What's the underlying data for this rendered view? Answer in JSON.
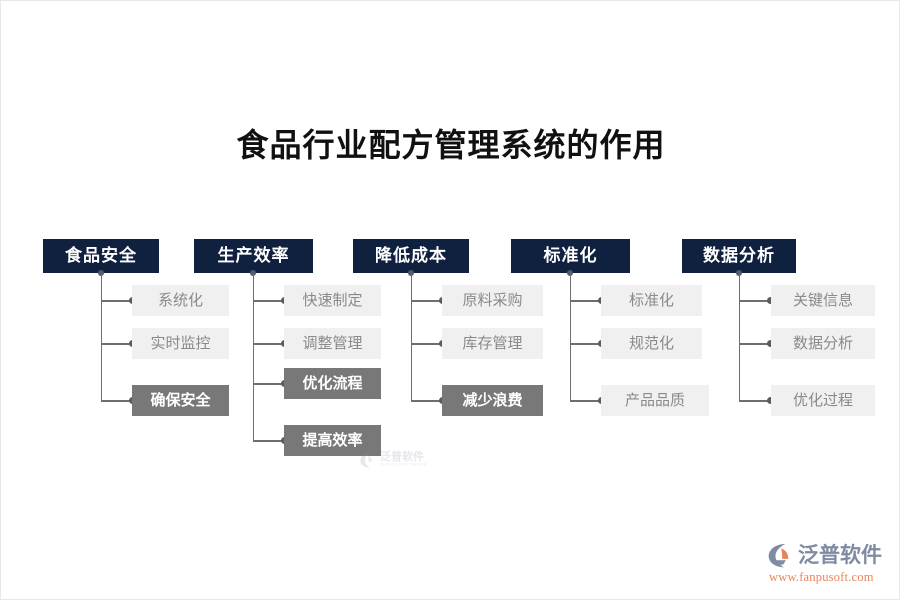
{
  "slide": {
    "title": "食品行业配方管理系统的作用",
    "background_color": "#ffffff",
    "header_color": "#10203f",
    "child_plain_color": "#f0f0f0",
    "child_filled_color": "#787878",
    "connector_color": "#6e6e6e"
  },
  "diagram": {
    "type": "tree",
    "branches": [
      {
        "header": "食品安全",
        "children": [
          {
            "label": "系统化",
            "style": "plain"
          },
          {
            "label": "实时监控",
            "style": "plain"
          },
          {
            "label": "确保安全",
            "style": "filled"
          }
        ]
      },
      {
        "header": "生产效率",
        "children": [
          {
            "label": "快速制定",
            "style": "plain"
          },
          {
            "label": "调整管理",
            "style": "plain"
          },
          {
            "label": "优化流程",
            "style": "filled"
          },
          {
            "label": "提高效率",
            "style": "filled"
          }
        ]
      },
      {
        "header": "降低成本",
        "children": [
          {
            "label": "原料采购",
            "style": "plain"
          },
          {
            "label": "库存管理",
            "style": "plain"
          },
          {
            "label": "减少浪费",
            "style": "filled"
          }
        ]
      },
      {
        "header": "标准化",
        "children": [
          {
            "label": "标准化",
            "style": "plain"
          },
          {
            "label": "规范化",
            "style": "plain"
          },
          {
            "label": "产品品质",
            "style": "plain"
          }
        ]
      },
      {
        "header": "数据分析",
        "children": [
          {
            "label": "关键信息",
            "style": "plain"
          },
          {
            "label": "数据分析",
            "style": "plain"
          },
          {
            "label": "优化过程",
            "style": "plain"
          }
        ]
      }
    ]
  },
  "watermark": {
    "name_cn": "泛普软件",
    "name_en": "FANPU SOFTWARE"
  },
  "brand": {
    "name_cn": "泛普软件",
    "url": "www.fanpusoft.com",
    "mark_arc_color": "#7f8aa3",
    "mark_accent_color": "#e8845a"
  }
}
